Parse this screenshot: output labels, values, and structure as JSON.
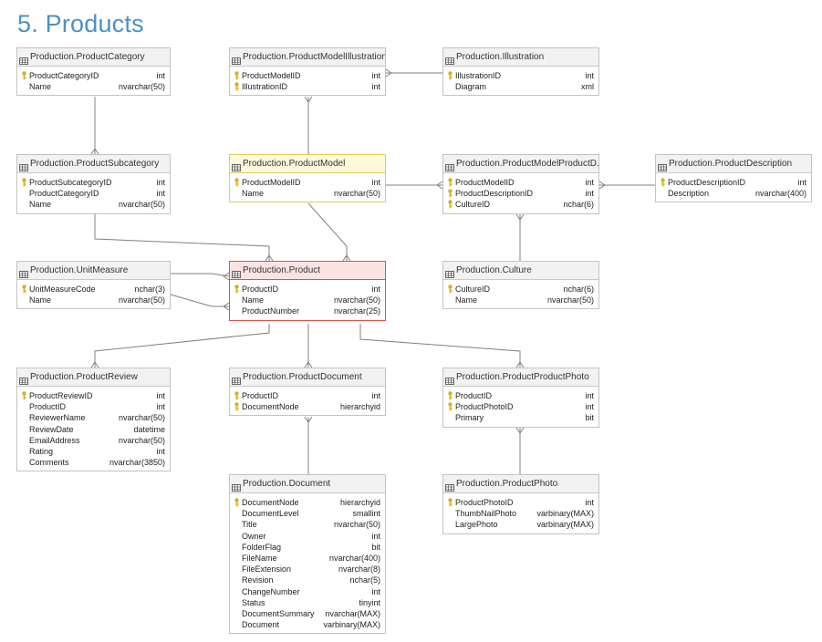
{
  "page_title": "5.   Products",
  "tables": [
    {
      "id": "product-category",
      "title": "Production.ProductCategory",
      "columns": [
        {
          "name": "ProductCategoryID",
          "type": "int",
          "pk": true
        },
        {
          "name": "Name",
          "type": "nvarchar(50)",
          "pk": false
        }
      ]
    },
    {
      "id": "product-model-illustration",
      "title": "Production.ProductModelIllustration",
      "columns": [
        {
          "name": "ProductModelID",
          "type": "int",
          "pk": true
        },
        {
          "name": "IllustrationID",
          "type": "int",
          "pk": true
        }
      ]
    },
    {
      "id": "illustration",
      "title": "Production.Illustration",
      "columns": [
        {
          "name": "IllustrationID",
          "type": "int",
          "pk": true
        },
        {
          "name": "Diagram",
          "type": "xml",
          "pk": false
        }
      ]
    },
    {
      "id": "product-subcategory",
      "title": "Production.ProductSubcategory",
      "columns": [
        {
          "name": "ProductSubcategoryID",
          "type": "int",
          "pk": true
        },
        {
          "name": "ProductCategoryID",
          "type": "int",
          "pk": false
        },
        {
          "name": "Name",
          "type": "nvarchar(50)",
          "pk": false
        }
      ]
    },
    {
      "id": "product-model",
      "title": "Production.ProductModel",
      "columns": [
        {
          "name": "ProductModelID",
          "type": "int",
          "pk": true
        },
        {
          "name": "Name",
          "type": "nvarchar(50)",
          "pk": false
        }
      ]
    },
    {
      "id": "product-model-product-description",
      "title": "Production.ProductModelProductD...",
      "columns": [
        {
          "name": "ProductModelID",
          "type": "int",
          "pk": true
        },
        {
          "name": "ProductDescriptionID",
          "type": "int",
          "pk": true
        },
        {
          "name": "CultureID",
          "type": "nchar(6)",
          "pk": true
        }
      ]
    },
    {
      "id": "product-description",
      "title": "Production.ProductDescription",
      "columns": [
        {
          "name": "ProductDescriptionID",
          "type": "int",
          "pk": true
        },
        {
          "name": "Description",
          "type": "nvarchar(400)",
          "pk": false
        }
      ]
    },
    {
      "id": "unit-measure",
      "title": "Production.UnitMeasure",
      "columns": [
        {
          "name": "UnitMeasureCode",
          "type": "nchar(3)",
          "pk": true
        },
        {
          "name": "Name",
          "type": "nvarchar(50)",
          "pk": false
        }
      ]
    },
    {
      "id": "product",
      "title": "Production.Product",
      "columns": [
        {
          "name": "ProductID",
          "type": "int",
          "pk": true
        },
        {
          "name": "Name",
          "type": "nvarchar(50)",
          "pk": false
        },
        {
          "name": "ProductNumber",
          "type": "nvarchar(25)",
          "pk": false
        }
      ]
    },
    {
      "id": "culture",
      "title": "Production.Culture",
      "columns": [
        {
          "name": "CultureID",
          "type": "nchar(6)",
          "pk": true
        },
        {
          "name": "Name",
          "type": "nvarchar(50)",
          "pk": false
        }
      ]
    },
    {
      "id": "product-review",
      "title": "Production.ProductReview",
      "columns": [
        {
          "name": "ProductReviewID",
          "type": "int",
          "pk": true
        },
        {
          "name": "ProductID",
          "type": "int",
          "pk": false
        },
        {
          "name": "ReviewerName",
          "type": "nvarchar(50)",
          "pk": false
        },
        {
          "name": "ReviewDate",
          "type": "datetime",
          "pk": false
        },
        {
          "name": "EmailAddress",
          "type": "nvarchar(50)",
          "pk": false
        },
        {
          "name": "Rating",
          "type": "int",
          "pk": false
        },
        {
          "name": "Comments",
          "type": "nvarchar(3850)",
          "pk": false
        }
      ]
    },
    {
      "id": "product-document",
      "title": "Production.ProductDocument",
      "columns": [
        {
          "name": "ProductID",
          "type": "int",
          "pk": true
        },
        {
          "name": "DocumentNode",
          "type": "hierarchyid",
          "pk": true
        }
      ]
    },
    {
      "id": "product-product-photo",
      "title": "Production.ProductProductPhoto",
      "columns": [
        {
          "name": "ProductID",
          "type": "int",
          "pk": true
        },
        {
          "name": "ProductPhotoID",
          "type": "int",
          "pk": true
        },
        {
          "name": "Primary",
          "type": "bit",
          "pk": false
        }
      ]
    },
    {
      "id": "document",
      "title": "Production.Document",
      "columns": [
        {
          "name": "DocumentNode",
          "type": "hierarchyid",
          "pk": true
        },
        {
          "name": "DocumentLevel",
          "type": "smallint",
          "pk": false
        },
        {
          "name": "Title",
          "type": "nvarchar(50)",
          "pk": false
        },
        {
          "name": "Owner",
          "type": "int",
          "pk": false
        },
        {
          "name": "FolderFlag",
          "type": "bit",
          "pk": false
        },
        {
          "name": "FileName",
          "type": "nvarchar(400)",
          "pk": false
        },
        {
          "name": "FileExtension",
          "type": "nvarchar(8)",
          "pk": false
        },
        {
          "name": "Revision",
          "type": "nchar(5)",
          "pk": false
        },
        {
          "name": "ChangeNumber",
          "type": "int",
          "pk": false
        },
        {
          "name": "Status",
          "type": "tinyint",
          "pk": false
        },
        {
          "name": "DocumentSummary",
          "type": "nvarchar(MAX)",
          "pk": false
        },
        {
          "name": "Document",
          "type": "varbinary(MAX)",
          "pk": false
        }
      ]
    },
    {
      "id": "product-photo",
      "title": "Production.ProductPhoto",
      "columns": [
        {
          "name": "ProductPhotoID",
          "type": "int",
          "pk": true
        },
        {
          "name": "ThumbNailPhoto",
          "type": "varbinary(MAX)",
          "pk": false
        },
        {
          "name": "LargePhoto",
          "type": "varbinary(MAX)",
          "pk": false
        }
      ]
    }
  ],
  "colors": {
    "title": "#4d90c8",
    "key": "#d4b21f",
    "line": "#808080",
    "border": "#c3c3c3",
    "highlight_yellow": "#e5c95a",
    "highlight_red": "#d9534f"
  }
}
